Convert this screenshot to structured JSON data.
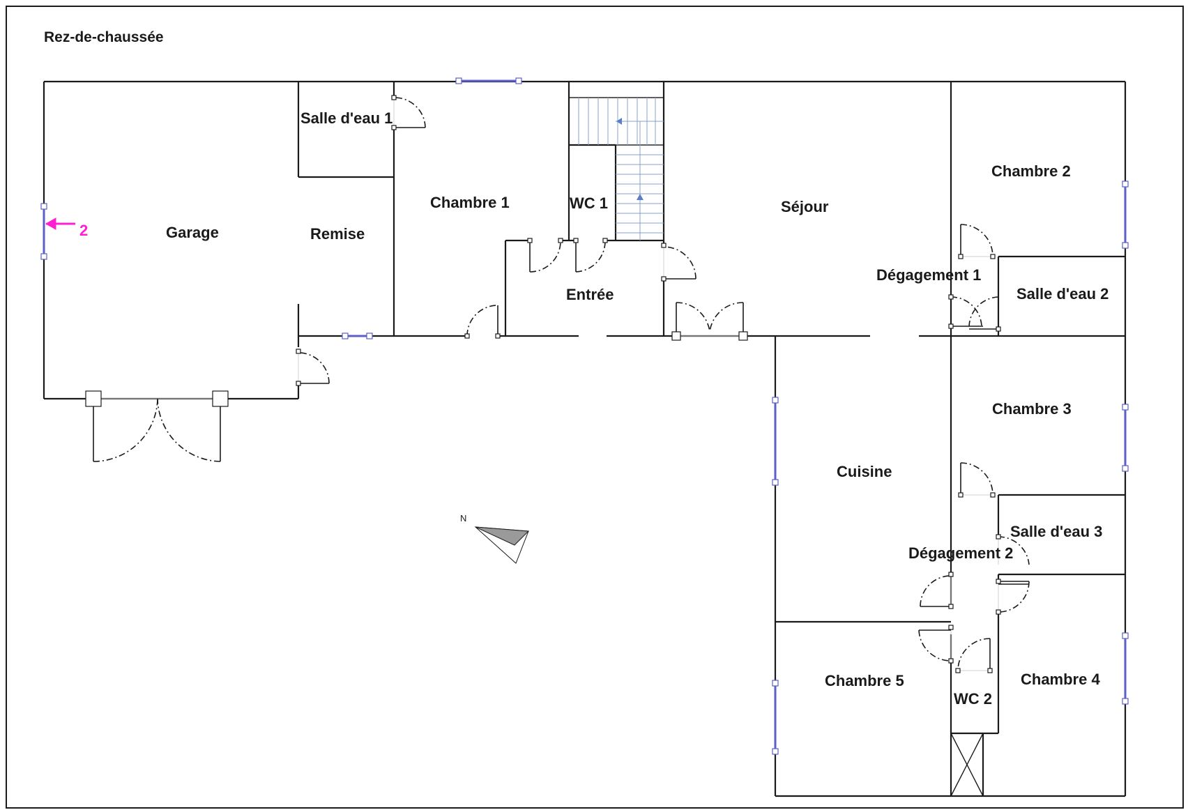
{
  "floor": {
    "title": "Rez-de-chaussée"
  },
  "rooms": {
    "garage": "Garage",
    "remise": "Remise",
    "salle_eau_1": "Salle d'eau 1",
    "chambre_1": "Chambre 1",
    "wc_1": "WC 1",
    "entree": "Entrée",
    "sejour": "Séjour",
    "chambre_2": "Chambre 2",
    "degagement_1": "Dégagement 1",
    "salle_eau_2": "Salle d'eau 2",
    "chambre_3": "Chambre 3",
    "cuisine": "Cuisine",
    "salle_eau_3": "Salle d'eau 3",
    "degagement_2": "Dégagement 2",
    "chambre_5": "Chambre 5",
    "wc_2": "WC 2",
    "chambre_4": "Chambre 4"
  },
  "view_marker": {
    "label": "2",
    "color": "#ff1fd0"
  },
  "compass": {
    "label": "N",
    "icon": "north-arrow-icon"
  },
  "colors": {
    "wall": "#1a1a1a",
    "window": "#5b5fc7",
    "stairs": "#8aa0c8"
  }
}
